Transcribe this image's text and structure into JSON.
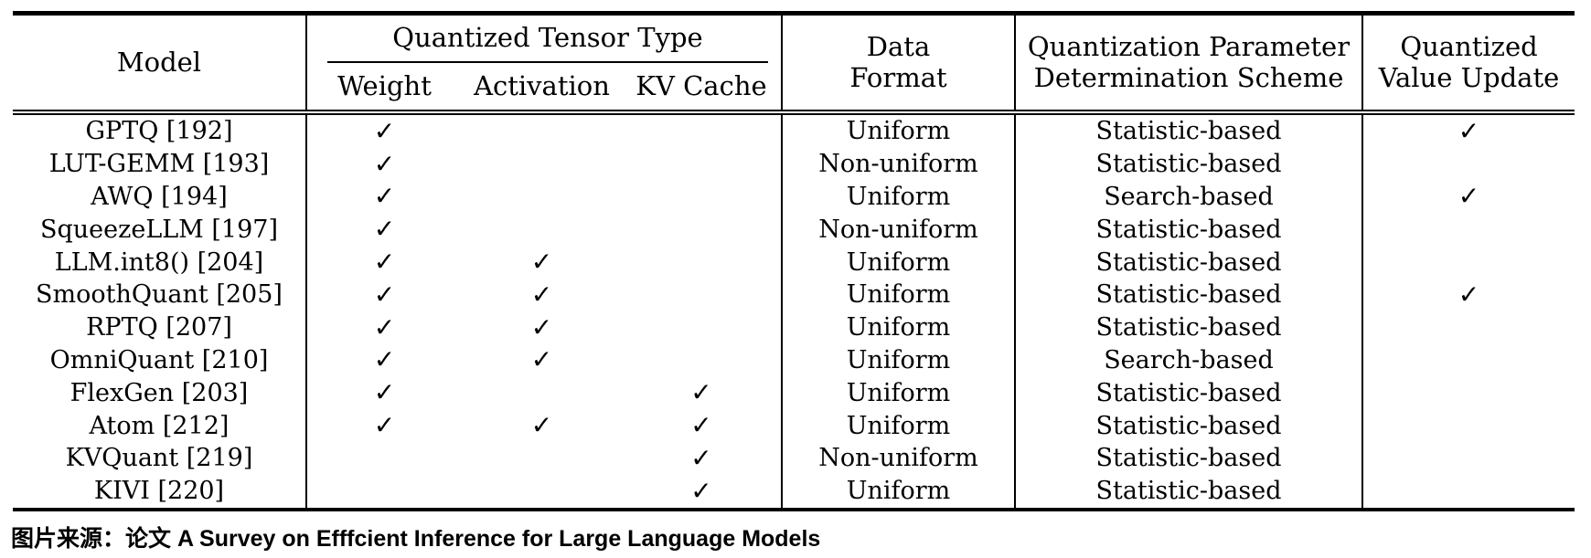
{
  "table": {
    "columns": {
      "model": "Model",
      "group": {
        "label": "Quantized Tensor Type",
        "sub": [
          "Weight",
          "Activation",
          "KV Cache"
        ]
      },
      "data_format": [
        "Data",
        "Format"
      ],
      "scheme": [
        "Quantization Parameter",
        "Determination Scheme"
      ],
      "value_update": [
        "Quantized",
        "Value Update"
      ]
    },
    "check_glyph": "✓",
    "rows": [
      {
        "model": "GPTQ [192]",
        "weight": true,
        "activation": false,
        "kv_cache": false,
        "data_format": "Uniform",
        "scheme": "Statistic-based",
        "value_update": true
      },
      {
        "model": "LUT-GEMM [193]",
        "weight": true,
        "activation": false,
        "kv_cache": false,
        "data_format": "Non-uniform",
        "scheme": "Statistic-based",
        "value_update": false
      },
      {
        "model": "AWQ [194]",
        "weight": true,
        "activation": false,
        "kv_cache": false,
        "data_format": "Uniform",
        "scheme": "Search-based",
        "value_update": true
      },
      {
        "model": "SqueezeLLM [197]",
        "weight": true,
        "activation": false,
        "kv_cache": false,
        "data_format": "Non-uniform",
        "scheme": "Statistic-based",
        "value_update": false
      },
      {
        "model": "LLM.int8() [204]",
        "weight": true,
        "activation": true,
        "kv_cache": false,
        "data_format": "Uniform",
        "scheme": "Statistic-based",
        "value_update": false
      },
      {
        "model": "SmoothQuant [205]",
        "weight": true,
        "activation": true,
        "kv_cache": false,
        "data_format": "Uniform",
        "scheme": "Statistic-based",
        "value_update": true
      },
      {
        "model": "RPTQ [207]",
        "weight": true,
        "activation": true,
        "kv_cache": false,
        "data_format": "Uniform",
        "scheme": "Statistic-based",
        "value_update": false
      },
      {
        "model": "OmniQuant [210]",
        "weight": true,
        "activation": true,
        "kv_cache": false,
        "data_format": "Uniform",
        "scheme": "Search-based",
        "value_update": false
      },
      {
        "model": "FlexGen [203]",
        "weight": true,
        "activation": false,
        "kv_cache": true,
        "data_format": "Uniform",
        "scheme": "Statistic-based",
        "value_update": false
      },
      {
        "model": "Atom [212]",
        "weight": true,
        "activation": true,
        "kv_cache": true,
        "data_format": "Uniform",
        "scheme": "Statistic-based",
        "value_update": false
      },
      {
        "model": "KVQuant [219]",
        "weight": false,
        "activation": false,
        "kv_cache": true,
        "data_format": "Non-uniform",
        "scheme": "Statistic-based",
        "value_update": false
      },
      {
        "model": "KIVI [220]",
        "weight": false,
        "activation": false,
        "kv_cache": true,
        "data_format": "Uniform",
        "scheme": "Statistic-based",
        "value_update": false
      }
    ]
  },
  "caption": {
    "text": "图片来源：论文 A Survey on Efffcient Inference for Large Language Models"
  },
  "colors": {
    "background": "#ffffff",
    "text": "#000000",
    "rule": "#000000"
  }
}
